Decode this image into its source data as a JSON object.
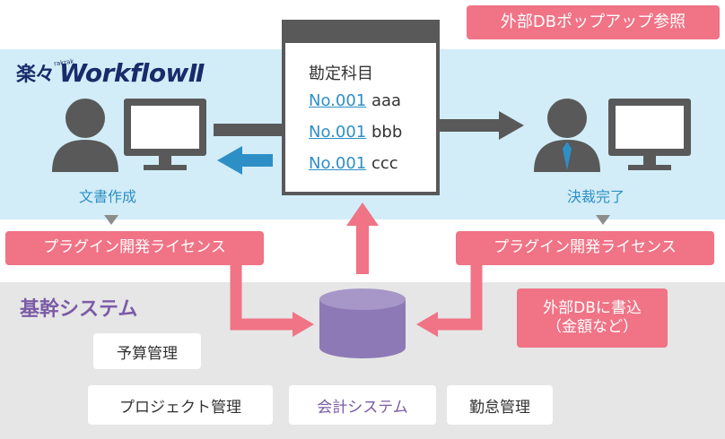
{
  "logo": {
    "jp": "楽々",
    "small": "rakrak",
    "en": "WorkflowⅡ"
  },
  "popup_tag": "外部DBポップアップ参照",
  "popup": {
    "title": "勘定科目",
    "rows": [
      {
        "link": "No.001",
        "text": "aaa"
      },
      {
        "link": "No.001",
        "text": "bbb"
      },
      {
        "link": "No.001",
        "text": "ccc"
      }
    ]
  },
  "left_label": "文書作成",
  "right_label": "決裁完了",
  "plugin_left": "プラグイン開発ライセンス",
  "plugin_right": "プラグイン開発ライセンス",
  "write_box": {
    "line1": "外部DBに書込",
    "line2": "（金額など）"
  },
  "core_title": "基幹システム",
  "systems": {
    "budget": "予算管理",
    "project": "プロジェクト管理",
    "accounting": "会計システム",
    "attendance": "勤怠管理"
  },
  "colors": {
    "top_band": "#d2edf8",
    "bottom_band": "#e6e6e6",
    "pink": "#f07386",
    "blue": "#2e8fc6",
    "purple": "#7b5ba6",
    "dark_gray": "#595959",
    "navy": "#1a2b6b"
  }
}
